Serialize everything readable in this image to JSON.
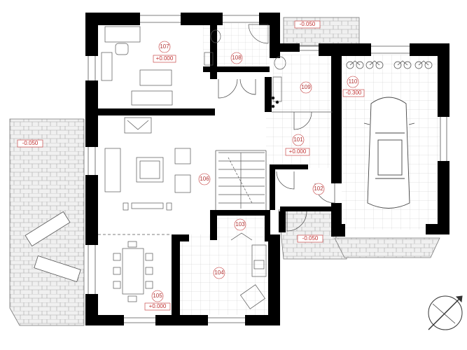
{
  "rooms": {
    "r101": "101",
    "r102": "102",
    "r103": "103",
    "r104": "104",
    "r105": "105",
    "r106": "106",
    "r107": "107",
    "r108": "108",
    "r109": "109",
    "r110": "110"
  },
  "levels": {
    "l107": "+0.000",
    "l101": "+0.000",
    "l105": "+0.000",
    "l110": "-0.300",
    "l_top": "-0.050",
    "l_terrace": "-0.050",
    "l_entry": "-0.050"
  },
  "colors": {
    "wall": "#000000",
    "line": "#555555",
    "tile": "#e6e6e6",
    "accent": "#c03030"
  },
  "icons": {
    "north_arrow": "north-arrow-icon",
    "car": "car-icon"
  }
}
